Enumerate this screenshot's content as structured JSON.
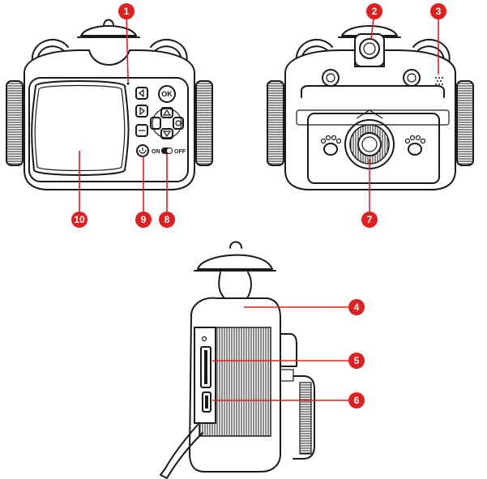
{
  "markers": [
    {
      "id": "1",
      "label": "1",
      "target": "microphone-hole"
    },
    {
      "id": "2",
      "label": "2",
      "target": "front-lens"
    },
    {
      "id": "3",
      "label": "3",
      "target": "speaker"
    },
    {
      "id": "4",
      "label": "4",
      "target": "indicator-light"
    },
    {
      "id": "5",
      "label": "5",
      "target": "memory-card-slot"
    },
    {
      "id": "6",
      "label": "6",
      "target": "usb-port"
    },
    {
      "id": "7",
      "label": "7",
      "target": "rear-lens"
    },
    {
      "id": "8",
      "label": "8",
      "target": "power-switch"
    },
    {
      "id": "9",
      "label": "9",
      "target": "power-button"
    },
    {
      "id": "10",
      "label": "10",
      "target": "screen"
    }
  ],
  "buttons": {
    "ok": "OK",
    "switch_on": "ON",
    "switch_off": "OFF"
  },
  "colors": {
    "marker": "#e02020",
    "outline": "#1a1a1a"
  }
}
